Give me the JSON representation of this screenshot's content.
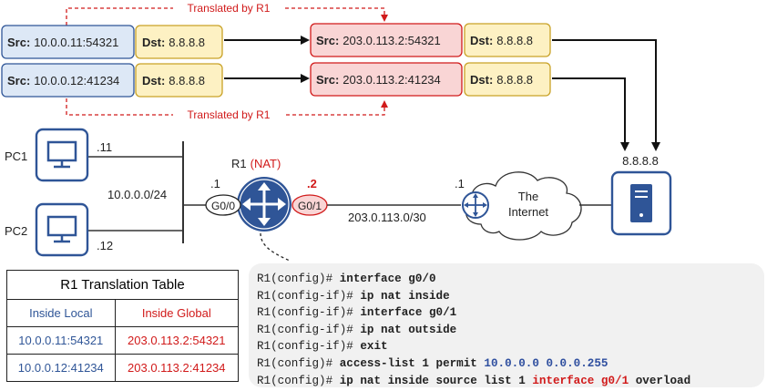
{
  "top_left_label": {
    "translated_top": "Translated by R1",
    "translated_bottom": "Translated by R1"
  },
  "packets": {
    "before": [
      {
        "src_key": "Src:",
        "src_val": "10.0.0.11:54321",
        "dst_key": "Dst:",
        "dst_val": "8.8.8.8"
      },
      {
        "src_key": "Src:",
        "src_val": "10.0.0.12:41234",
        "dst_key": "Dst:",
        "dst_val": "8.8.8.8"
      }
    ],
    "after": [
      {
        "src_key": "Src:",
        "src_val": "203.0.113.2:54321",
        "dst_key": "Dst:",
        "dst_val": "8.8.8.8"
      },
      {
        "src_key": "Src:",
        "src_val": "203.0.113.2:41234",
        "dst_key": "Dst:",
        "dst_val": "8.8.8.8"
      }
    ]
  },
  "topology": {
    "pc1": "PC1",
    "pc1_host": ".11",
    "pc2": "PC2",
    "pc2_host": ".12",
    "lan_subnet": "10.0.0.0/24",
    "router_name": "R1",
    "router_role": "(NAT)",
    "g00": "G0/0",
    "g00_host": ".1",
    "g01": "G0/1",
    "g01_host": ".2",
    "wan_subnet": "203.0.113.0/30",
    "isp_host": ".1",
    "cloud_line1": "The",
    "cloud_line2": "Internet",
    "server_ip": "8.8.8.8"
  },
  "nat_table": {
    "title": "R1 Translation Table",
    "headers": [
      "Inside Local",
      "Inside Global"
    ],
    "rows": [
      [
        "10.0.0.11:54321",
        "203.0.113.2:54321"
      ],
      [
        "10.0.0.12:41234",
        "203.0.113.2:41234"
      ]
    ]
  },
  "cli": {
    "l1_prompt": "R1(config)# ",
    "l1_cmd": "interface g0/0",
    "l2_prompt": "R1(config-if)# ",
    "l2_cmd": "ip nat inside",
    "l3_prompt": "R1(config-if)# ",
    "l3_cmd": "interface g0/1",
    "l4_prompt": "R1(config-if)# ",
    "l4_cmd": "ip nat outside",
    "l5_prompt": "R1(config-if)# ",
    "l5_cmd": "exit",
    "l6_prompt": "R1(config)# ",
    "l6_cmd": "access-list 1 permit ",
    "l6_arg": "10.0.0.0 0.0.0.255",
    "l7_prompt": "R1(config)# ",
    "l7_cmd": "ip nat inside source list 1 ",
    "l7_arg": "interface g0/1",
    "l7_tail": " overload"
  },
  "colors": {
    "blue": "#2f5597",
    "red": "#d11a1a",
    "src_fill": "#dde8f6",
    "dst_fill": "#fdf1c3",
    "nat_fill": "#f9d5d5"
  }
}
